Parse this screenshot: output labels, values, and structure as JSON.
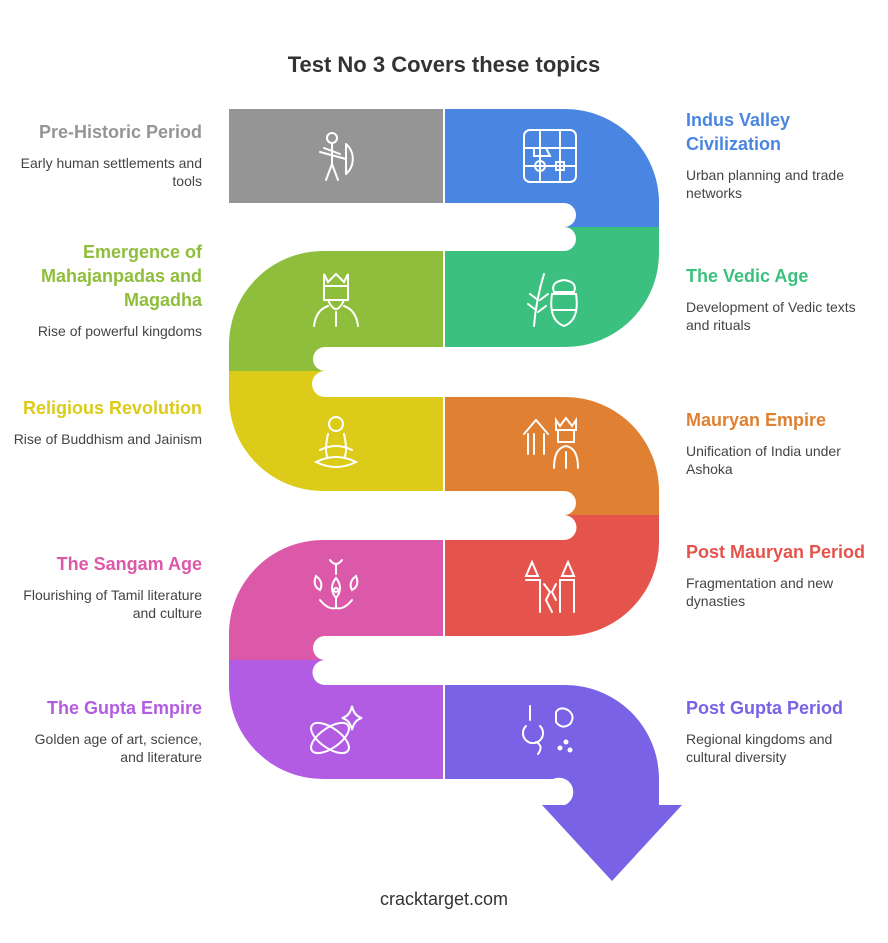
{
  "title": "Test No 3 Covers these topics",
  "footer": "cracktarget.com",
  "topics": [
    {
      "heading": "Pre-Historic Period",
      "desc": "Early human settlements and tools",
      "color": "#959595",
      "icon": "archer-icon"
    },
    {
      "heading": "Indus Valley Civilization",
      "desc": "Urban planning and trade networks",
      "color": "#4a86e1",
      "icon": "city-plan-icon"
    },
    {
      "heading": "Emergence of Mahajanpadas and Magadha",
      "desc": "Rise of powerful kingdoms",
      "color": "#8fbe3c",
      "icon": "king-icon"
    },
    {
      "heading": "The Vedic Age",
      "desc": "Development of Vedic texts and rituals",
      "color": "#3cc07f",
      "icon": "plant-and-pot-icon"
    },
    {
      "heading": "Religious Revolution",
      "desc": "Rise of Buddhism and Jainism",
      "color": "#dccb18",
      "icon": "meditation-icon"
    },
    {
      "heading": "Mauryan Empire",
      "desc": "Unification of India under Ashoka",
      "color": "#df8032",
      "icon": "emperor-icon"
    },
    {
      "heading": "The Sangam Age",
      "desc": "Flourishing of Tamil literature and culture",
      "color": "#dc58a8",
      "icon": "lotus-icon"
    },
    {
      "heading": "Post Mauryan Period",
      "desc": "Fragmentation and new dynasties",
      "color": "#e5534d",
      "icon": "broken-pillars-icon"
    },
    {
      "heading": "The Gupta Empire",
      "desc": "Golden age of art, science, and literature",
      "color": "#b25ce3",
      "icon": "atom-icon"
    },
    {
      "heading": "Post Gupta Period",
      "desc": "Regional kingdoms and cultural diversity",
      "color": "#7a62e6",
      "icon": "regional-symbols-icon"
    }
  ]
}
